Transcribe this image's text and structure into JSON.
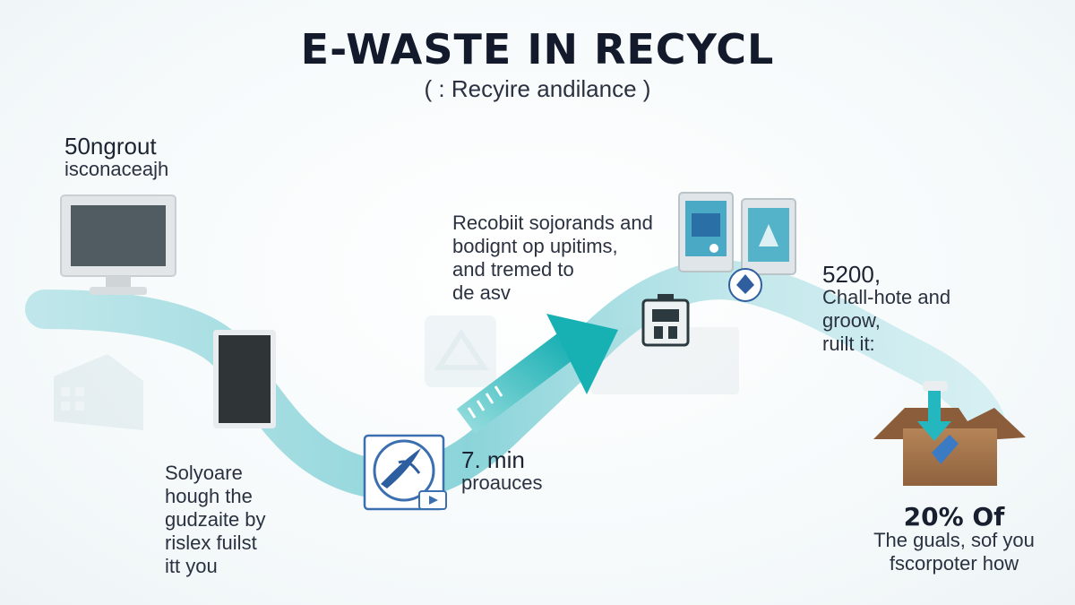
{
  "header": {
    "title": "E-WASTE IN RECYCL",
    "subtitle": "( : Recyire andilance )"
  },
  "steps": [
    {
      "id": "monitor",
      "heading": "50ngrout",
      "lines": [
        "isconaceajh"
      ]
    },
    {
      "id": "phone",
      "heading": "",
      "lines": [
        "Sоlyoare",
        "hough the",
        "gudzaite by",
        "rislex fuilst",
        "itt you"
      ]
    },
    {
      "id": "middle",
      "heading": "",
      "lines": [
        "Recobiit sojorands and",
        "bodignt op upitims,",
        "and tremed to",
        "de asv"
      ]
    },
    {
      "id": "tablet",
      "heading": "7. min",
      "lines": [
        "proauces"
      ]
    },
    {
      "id": "devices",
      "heading": "5200,",
      "lines": [
        "Chall-hote and",
        "groow,",
        "ruilt it:"
      ]
    },
    {
      "id": "box",
      "heading": "20% Of",
      "lines": [
        "The guals, sof you",
        "fscorpoter how"
      ]
    }
  ],
  "icons": {
    "monitor": "desktop-monitor-icon",
    "phone": "smartphone-icon",
    "tablet": "tablet-icon",
    "recycle": "recycle-icon",
    "chip": "circuit-chip-icon",
    "devices": "mobile-devices-icon",
    "box": "recycling-box-icon",
    "arrow": "flow-arrow-icon"
  },
  "colors": {
    "flow": "#a9dde3",
    "flow_dark": "#2ab8bd",
    "arrow": "#20b5b8",
    "accent_blue": "#2f5f9f",
    "box": "#a5764e"
  }
}
